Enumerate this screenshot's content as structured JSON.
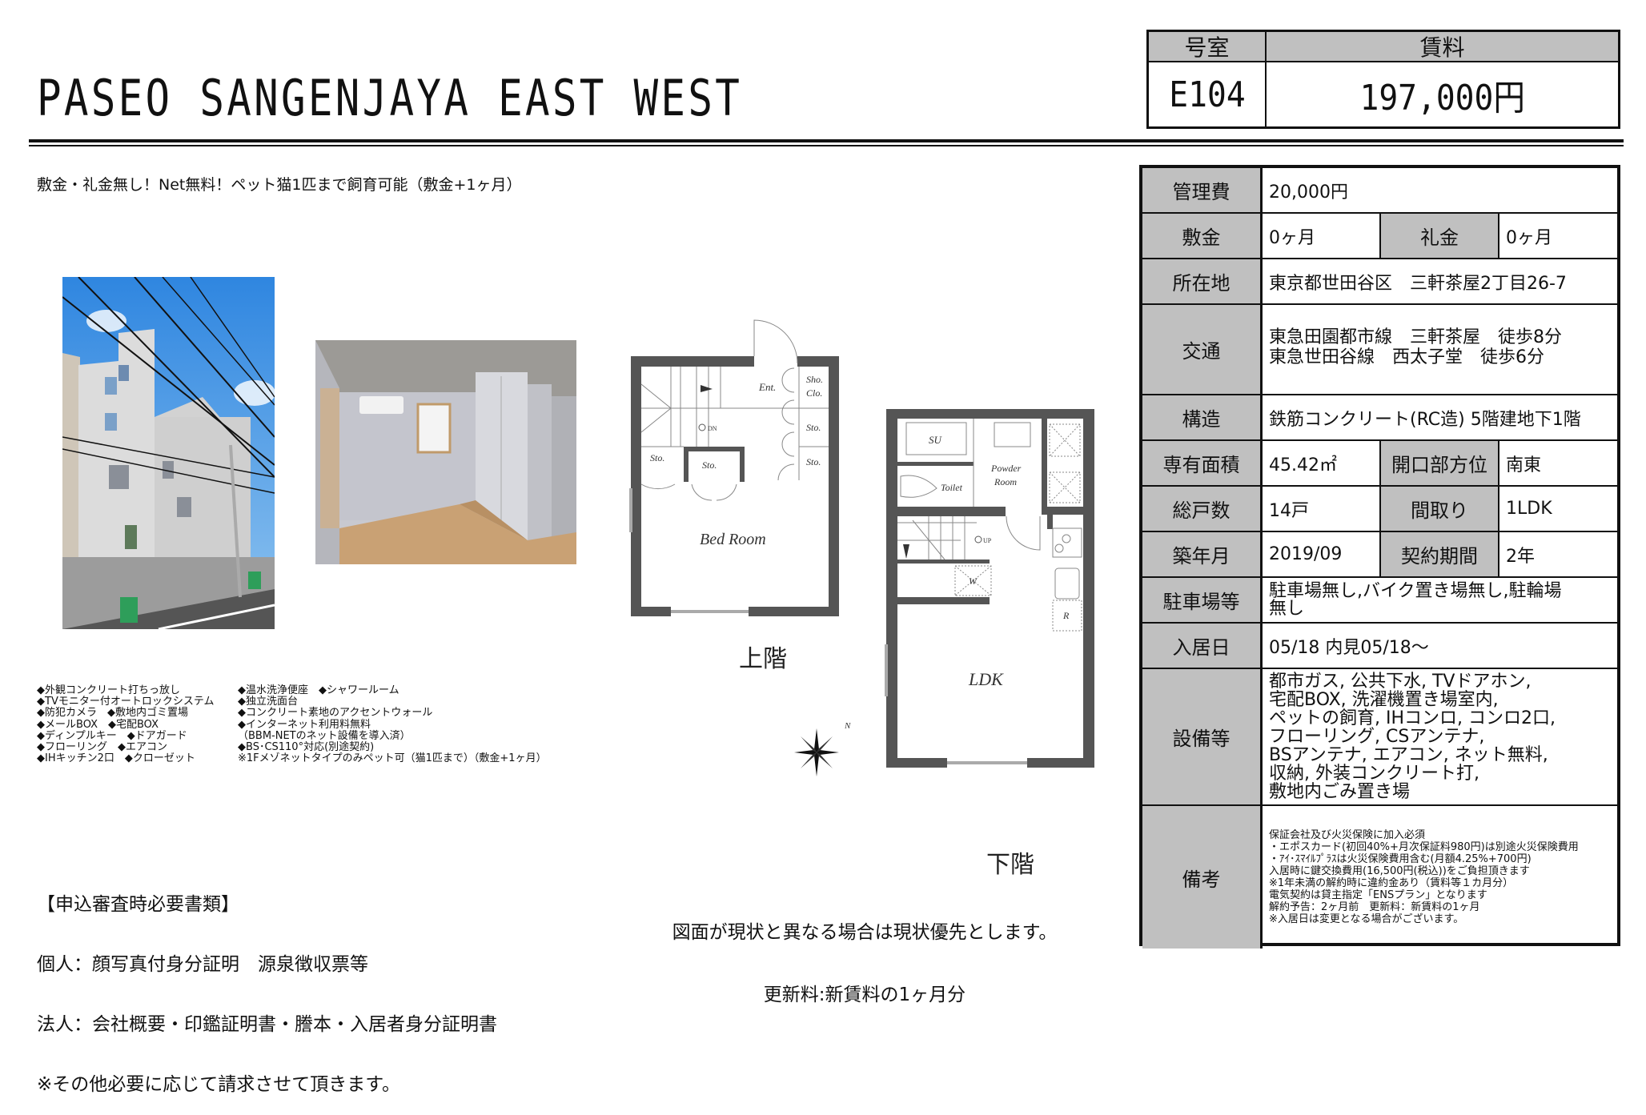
{
  "header": {
    "title": "PASEO SANGENJAYA EAST WEST",
    "catchphrase": "敷金・礼金無し！Net無料！ペット猫1匹まで飼育可能（敷金+1ヶ月）",
    "room_label": "号室",
    "room_value": "E104",
    "rent_label": "賃料",
    "rent_value": "197,000円"
  },
  "info": {
    "management_fee": {
      "label": "管理費",
      "value": "20,000円"
    },
    "deposit": {
      "label": "敷金",
      "value": "0ヶ月"
    },
    "key_money": {
      "label": "礼金",
      "value": "0ヶ月"
    },
    "address": {
      "label": "所在地",
      "value": "東京都世田谷区　三軒茶屋2丁目26-7"
    },
    "transport": {
      "label": "交通",
      "value": "東急田園都市線　三軒茶屋　徒歩8分\n東急世田谷線　西太子堂　徒歩6分"
    },
    "structure": {
      "label": "構造",
      "value": "鉄筋コンクリート(RC造) 5階建地下1階"
    },
    "area": {
      "label": "専有面積",
      "value": "45.42㎡"
    },
    "orientation": {
      "label": "開口部方位",
      "value": "南東"
    },
    "total_units": {
      "label": "総戸数",
      "value": "14戸"
    },
    "layout": {
      "label": "間取り",
      "value": "1LDK"
    },
    "built": {
      "label": "築年月",
      "value": "2019/09"
    },
    "contract_term": {
      "label": "契約期間",
      "value": "2年"
    },
    "parking": {
      "label": "駐車場等",
      "value": "駐車場無し,バイク置き場無し,駐輪場\n無し"
    },
    "move_in": {
      "label": "入居日",
      "value": "05/18 内見05/18～"
    },
    "equipment": {
      "label": "設備等",
      "value": "都市ガス, 公共下水, TVドアホン,\n宅配BOX, 洗濯機置き場室内,\nペットの飼育, IHコンロ, コンロ2口,\nフローリング, CSアンテナ,\nBSアンテナ, エアコン, ネット無料,\n収納, 外装コンクリート打,\n敷地内ごみ置き場"
    },
    "remarks": {
      "label": "備考",
      "value": "保証会社及び火災保険に加入必須\n・エポスカード(初回40%+月次保証料980円)は別途火災保険費用\n・ｱｲ･ｽﾏｲﾙﾌﾟﾗｽは火災保険費用含む(月額4.25%+700円)\n入居時に鍵交換費用(16,500円(税込))をご負担頂きます\n※1年未満の解約時に違約金あり（賃料等１カ月分）\n電気契約は貸主指定「ENSプラン」となります\n解約予告：2ヶ月前　更新料：新賃料の1ヶ月\n※入居日は変更となる場合がございます。"
    }
  },
  "photos": {
    "exterior": "building-exterior-photo",
    "interior": "bedroom-interior-photo"
  },
  "features": {
    "left": "◆外観コンクリート打ちっ放し\n◆TVモニター付オートロックシステム\n◆防犯カメラ　◆敷地内ゴミ置場\n◆メールBOX　◆宅配BOX\n◆ディンプルキー　◆ドアガード\n◆フローリング　◆エアコン\n◆IHキッチン2口　◆クローゼット",
    "right": "◆温水洗浄便座　◆シャワールーム\n◆独立洗面台\n◆コンクリート素地のアクセントウォール\n◆インターネット利用料無料\n（BBM-NETのネット設備を導入済）\n◆BS･CS110°対応(別途契約)\n※1Fメゾネットタイプのみペット可（猫1匹まで）（敷金+1ヶ月）"
  },
  "floorplan": {
    "upper_label": "上階",
    "lower_label": "下階",
    "rooms": {
      "entrance": "Ent.",
      "shoe_closet_1": "Sho.",
      "shoe_closet_2": "Clo.",
      "storage": "Sto.",
      "bedroom": "Bed Room",
      "down": "DN",
      "up": "UP",
      "shower": "SU",
      "toilet": "Toilet",
      "powder_1": "Powder",
      "powder_2": "Room",
      "washer": "W",
      "fridge": "R",
      "ldk": "LDK",
      "north": "N"
    }
  },
  "documents": {
    "heading": "【申込審査時必要書類】",
    "individual": "個人：顔写真付身分証明　源泉徴収票等",
    "corporate": "法人：会社概要・印鑑証明書・謄本・入居者身分証明書",
    "other": "※その他必要に応じて請求させて頂きます。"
  },
  "notes": {
    "line1": "図面が現状と異なる場合は現状優先とします。",
    "line2": "更新料:新賃料の1ヶ月分"
  }
}
